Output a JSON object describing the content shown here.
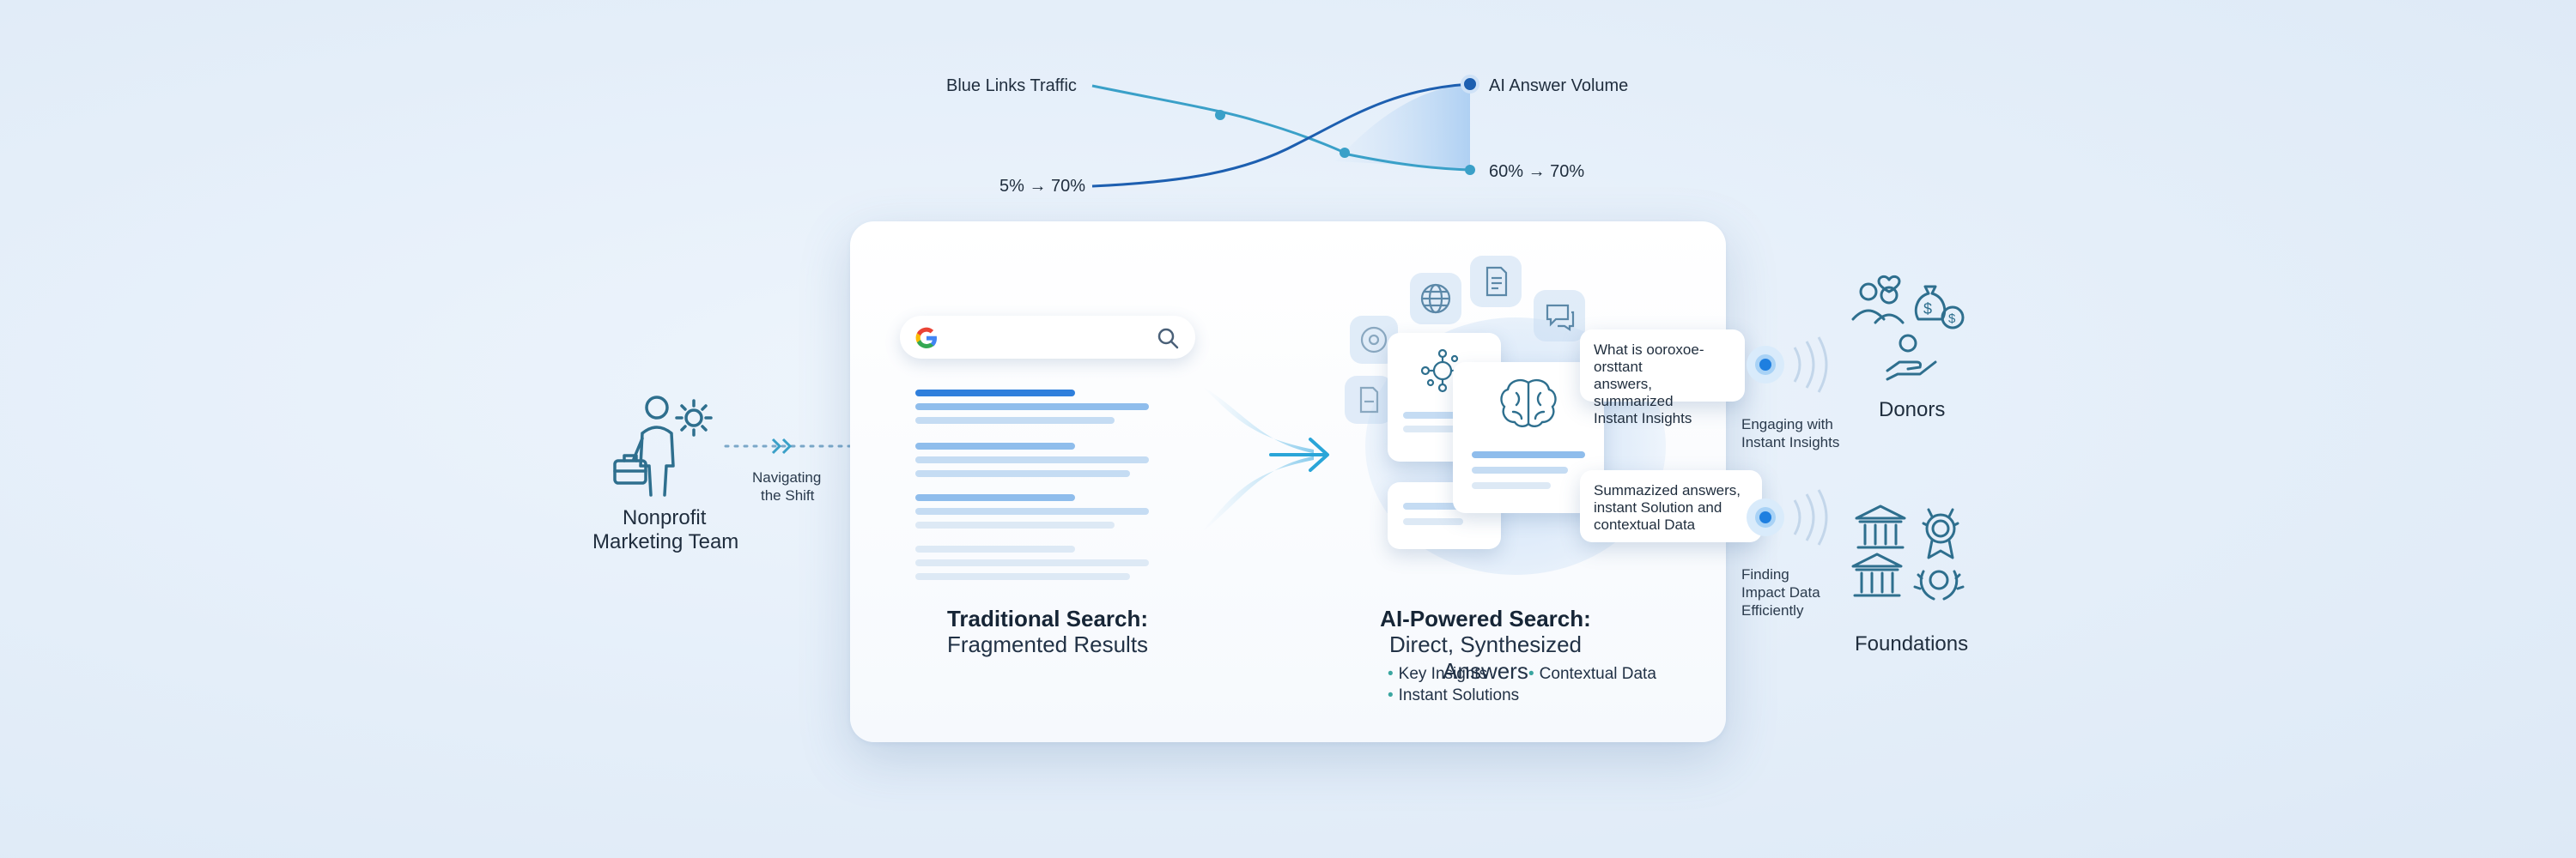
{
  "chart": {
    "blue_links_label": "Blue Links Traffic",
    "blue_links_value": "60% → 70%",
    "ai_label": "AI Answer Volume",
    "ai_value": "5% → 70%"
  },
  "actor": {
    "name_line1": "Nonprofit",
    "name_line2": "Marketing Team",
    "arrow_line1": "Navigating",
    "arrow_line2": "the Shift"
  },
  "traditional": {
    "title": "Traditional Search:",
    "subtitle": "Fragmented Results"
  },
  "ai": {
    "title": "AI-Powered Search:",
    "subtitle": "Direct, Synthesized Answers",
    "bullets": [
      "Key Insights",
      "Contextual Data",
      "Instant Solutions"
    ],
    "bubble1_l1": "What is ooroxoe-orsttant",
    "bubble1_l2": "answers, summarized",
    "bubble1_l3": "Instant  Insights",
    "bubble2_l1": "Summazized answers,",
    "bubble2_l2": "instant Solution and",
    "bubble2_l3": "contextual Data"
  },
  "audiences": {
    "donors_caption_l1": "Engaging with",
    "donors_caption_l2": "Instant Insights",
    "donors_label": "Donors",
    "foundations_caption_l1": "Finding",
    "foundations_caption_l2": "Impact Data",
    "foundations_caption_l3": "Efficiently",
    "foundations_label": "Foundations"
  },
  "colors": {
    "accent": "#2f7fdc",
    "line_teal": "#3aa0c8",
    "line_navy": "#1d5fb0",
    "icon_stroke": "#2e6f8e"
  }
}
